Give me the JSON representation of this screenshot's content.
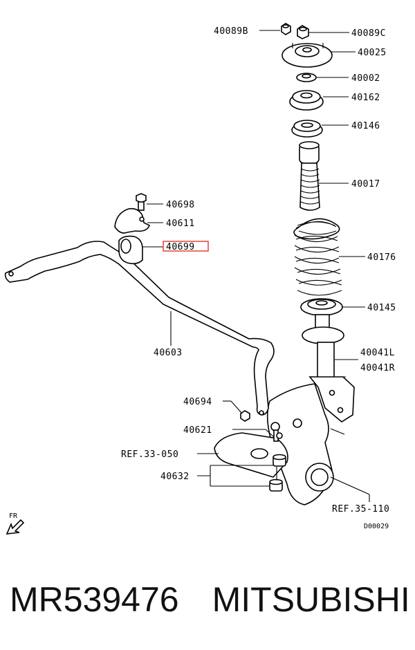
{
  "callouts": {
    "c40089B": "40089B",
    "c40089C": "40089C",
    "c40025": "40025",
    "c40002": "40002",
    "c40162": "40162",
    "c40146": "40146",
    "c40017": "40017",
    "c40698": "40698",
    "c40611": "40611",
    "c40699": "40699",
    "c40176": "40176",
    "c40145": "40145",
    "c40603": "40603",
    "c40041L": "40041L",
    "c40041R": "40041R",
    "c40694": "40694",
    "c40621": "40621",
    "ref33": "REF.33-050",
    "c40632": "40632",
    "ref35": "REF.35-110",
    "fr": "FR",
    "code": "D00029"
  },
  "highlight_color": "#e8332a",
  "caption": {
    "part_number": "MR539476",
    "brand": "MITSUBISHI"
  }
}
